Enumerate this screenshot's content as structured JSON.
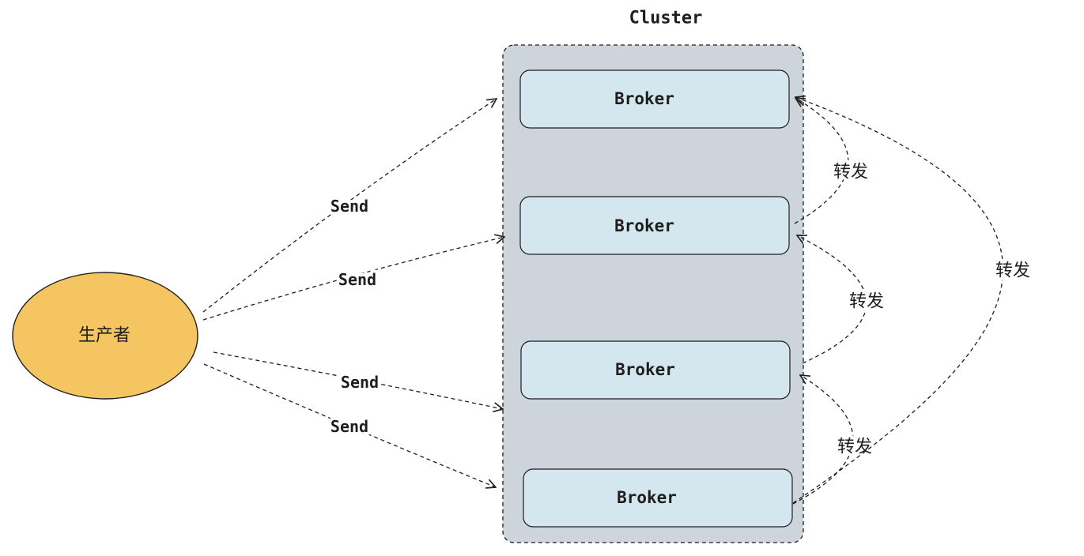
{
  "cluster": {
    "title": "Cluster"
  },
  "producer": {
    "label": "生产者"
  },
  "brokers": [
    {
      "label": "Broker"
    },
    {
      "label": "Broker"
    },
    {
      "label": "Broker"
    },
    {
      "label": "Broker"
    }
  ],
  "send_edges": [
    {
      "label": "Send"
    },
    {
      "label": "Send"
    },
    {
      "label": "Send"
    },
    {
      "label": "Send"
    }
  ],
  "forward_edges": [
    {
      "label": "转发"
    },
    {
      "label": "转发"
    },
    {
      "label": "转发"
    },
    {
      "label": "转发"
    }
  ],
  "colors": {
    "producer_fill": "#f5c562",
    "cluster_fill": "#ced4db",
    "broker_fill": "#d4e6ee",
    "stroke": "#1e1e1e"
  }
}
